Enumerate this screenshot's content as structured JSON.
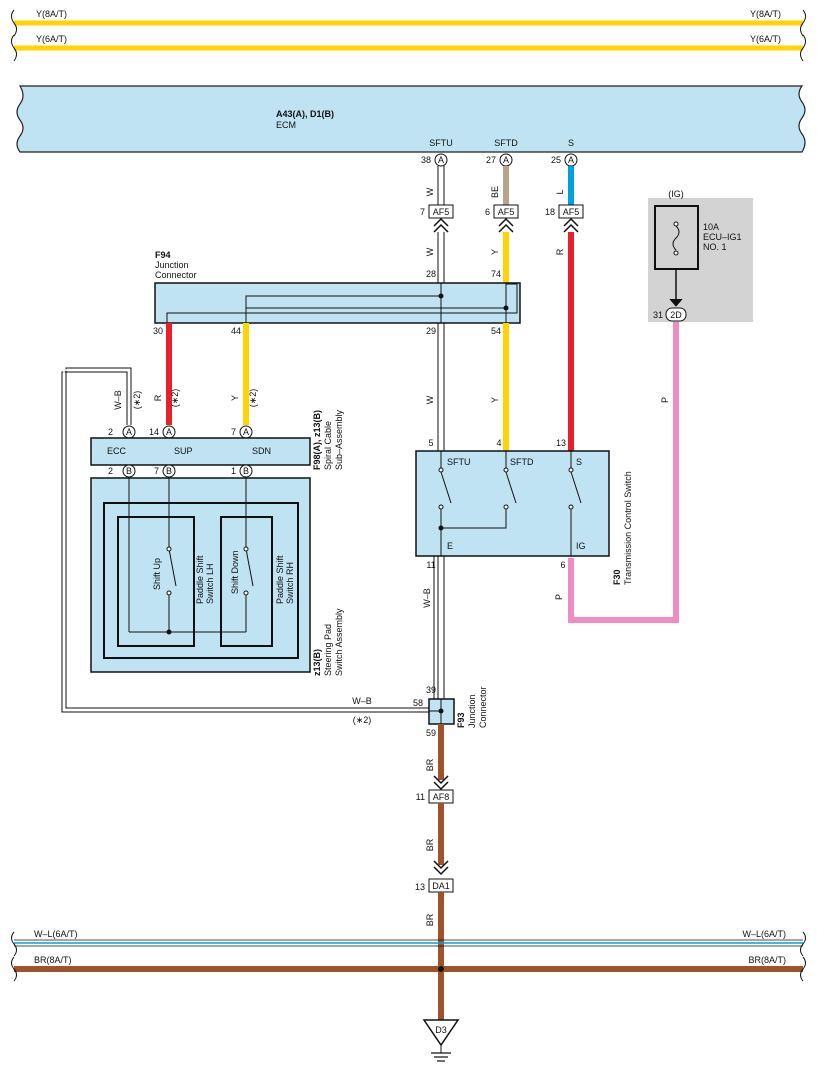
{
  "colors": {
    "yellow": "#ffd400",
    "red": "#e8202a",
    "blue": "#00a0dc",
    "beige": "#b8a48a",
    "brown": "#a0522d",
    "pink": "#f08cc0",
    "component_fill": "#bfe3f2",
    "ig_box": "#d3d3d3",
    "wire_white": "#ffffff",
    "outline": "#222222"
  },
  "buses": {
    "top1_left": "Y(8A/T)",
    "top1_right": "Y(8A/T)",
    "top2_left": "Y(6A/T)",
    "top2_right": "Y(6A/T)",
    "bot1_left": "W–L(6A/T)",
    "bot1_right": "W–L(6A/T)",
    "bot2_left": "BR(8A/T)",
    "bot2_right": "BR(8A/T)"
  },
  "ecm": {
    "code": "A43(A), D1(B)",
    "name": "ECM",
    "pins": [
      {
        "name": "SFTU",
        "num": "38",
        "conn": "A",
        "wire": "W"
      },
      {
        "name": "SFTD",
        "num": "27",
        "conn": "A",
        "wire": "BE"
      },
      {
        "name": "S",
        "num": "25",
        "conn": "A",
        "wire": "L"
      }
    ]
  },
  "af5": {
    "label": "AF5",
    "pins": [
      "7",
      "6",
      "18"
    ],
    "wires_below": [
      "W",
      "Y",
      "R"
    ]
  },
  "ig": {
    "title": "(IG)",
    "fuse_line1": "10A",
    "fuse_line2": "ECU–IG1",
    "fuse_line3": "NO. 1",
    "conn_pin": "31",
    "conn_label": "2D",
    "wire": "P"
  },
  "f94": {
    "code": "F94",
    "line1": "Junction",
    "line2": "Connector",
    "pins_top": [
      "28",
      "74"
    ],
    "pins_bottom": [
      "30",
      "44",
      "29",
      "54"
    ]
  },
  "wires_mid": {
    "left_wb": "W–B",
    "left_note": "(∗2)",
    "sup_r": "R",
    "sup_note": "(∗2)",
    "sdn_y": "Y",
    "sdn_note": "(∗2)",
    "w_mid": "W",
    "y_mid": "Y"
  },
  "f98": {
    "code": "F98(A), z13(B)",
    "line1": "Spiral Cable",
    "line2": "Sub–Assembly",
    "top_pins": [
      {
        "num": "2",
        "conn": "A"
      },
      {
        "num": "14",
        "conn": "A"
      },
      {
        "num": "7",
        "conn": "A"
      }
    ],
    "terms": [
      "ECC",
      "SUP",
      "SDN"
    ],
    "bottom_pins": [
      {
        "num": "2",
        "conn": "B"
      },
      {
        "num": "7",
        "conn": "B"
      },
      {
        "num": "1",
        "conn": "B"
      }
    ]
  },
  "z13": {
    "code": "z13(B)",
    "line1": "Steering Pad",
    "line2": "Switch Assembly",
    "shift_up": "Shift Up",
    "shift_down": "Shift Down",
    "lh1": "Paddle Shift",
    "lh2": "Switch LH",
    "rh1": "Paddle Shift",
    "rh2": "Switch RH"
  },
  "f30": {
    "code": "F30",
    "name": "Transmission Control Switch",
    "pins_top": [
      "5",
      "4",
      "13"
    ],
    "terms_top": [
      "SFTU",
      "SFTD",
      "S"
    ],
    "terms_bottom": [
      "E",
      "IG"
    ],
    "pins_bottom": [
      "11",
      "6"
    ],
    "wire_e": "W–B",
    "wire_ig": "P"
  },
  "f93": {
    "code": "F93",
    "line1": "Junction",
    "line2": "Connector",
    "pin_top": "39",
    "pin_left": "58",
    "pin_bottom": "59",
    "wire_left": "W–B",
    "note_left": "(∗2)"
  },
  "ground_path": {
    "wire1": "BR",
    "af8_pin": "11",
    "af8": "AF8",
    "wire2": "BR",
    "da1_pin": "13",
    "da1": "DA1",
    "wire3": "BR",
    "ground": "D3"
  }
}
